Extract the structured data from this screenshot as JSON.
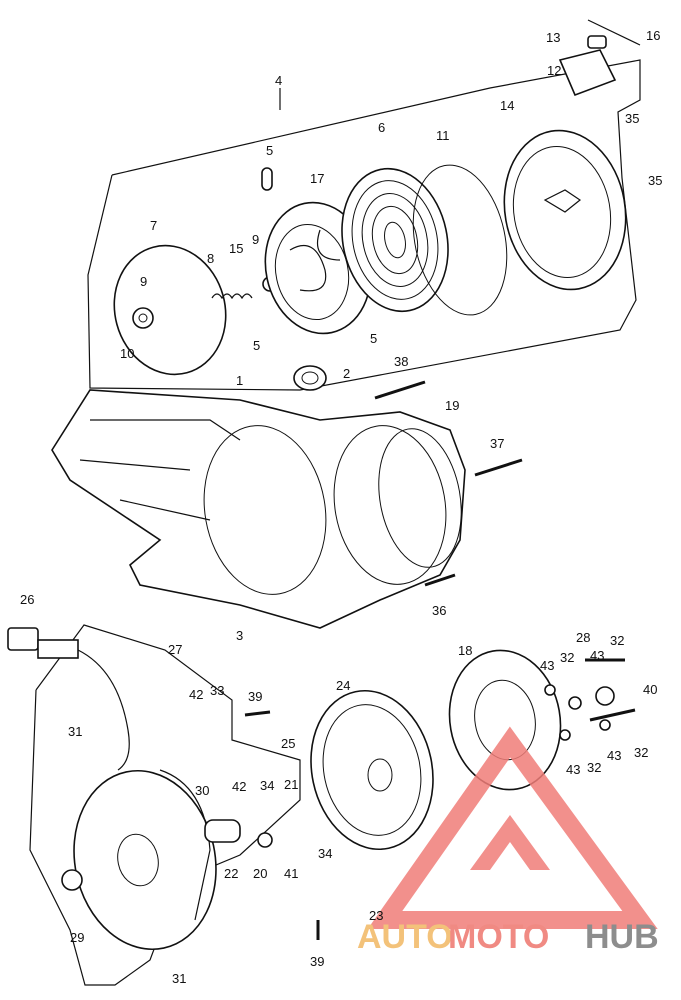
{
  "labels": [
    "1",
    "2",
    "3",
    "4",
    "5",
    "5",
    "5",
    "6",
    "7",
    "8",
    "9",
    "9",
    "10",
    "11",
    "12",
    "13",
    "14",
    "15",
    "16",
    "17",
    "18",
    "19",
    "21",
    "22",
    "23",
    "24",
    "25",
    "26",
    "27",
    "28",
    "29",
    "30",
    "31",
    "31",
    "32",
    "32",
    "32",
    "32",
    "33",
    "34",
    "34",
    "35",
    "35",
    "36",
    "37",
    "38",
    "39",
    "39",
    "40",
    "41",
    "42",
    "42",
    "43",
    "43",
    "43",
    "43",
    "20"
  ],
  "watermark": {
    "auto": "AUTO",
    "moto": "MOTO",
    "hub": "HUB",
    "colors": {
      "auto": "#f3c27a",
      "moto": "#f08a83",
      "hub": "#8d8d8d",
      "logo": "#f07d78"
    }
  }
}
